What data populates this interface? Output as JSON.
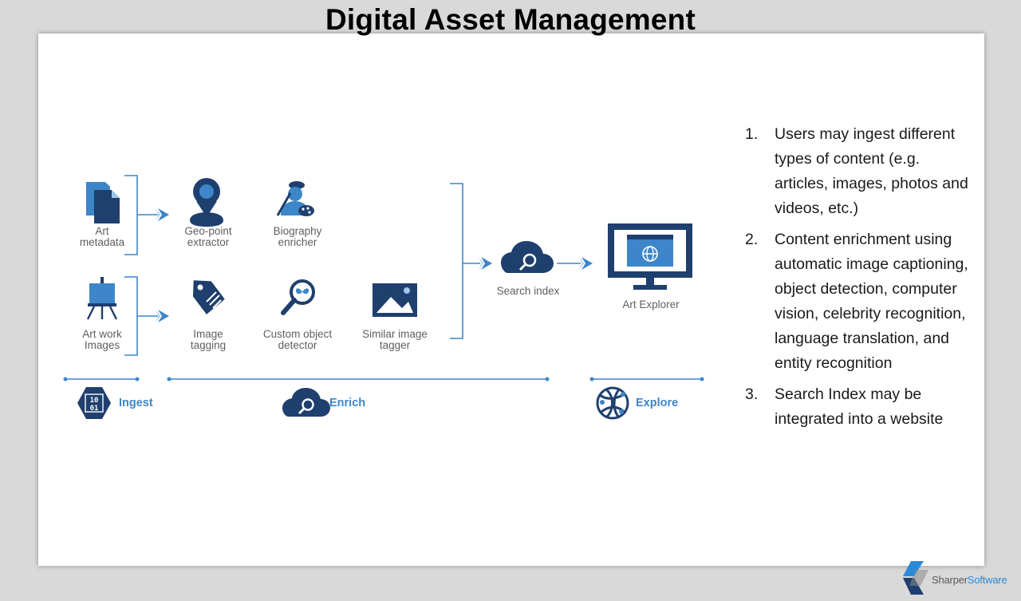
{
  "page": {
    "title": "Digital Asset Management"
  },
  "diagram": {
    "sources": [
      {
        "id": "art-metadata",
        "label": "Art\nmetadata",
        "icon": "documents-icon"
      },
      {
        "id": "art-work-images",
        "label": "Art work\nImages",
        "icon": "easel-icon"
      }
    ],
    "enrichers": [
      {
        "id": "geo-point-extractor",
        "label": "Geo-point\nextractor",
        "icon": "map-pin-icon"
      },
      {
        "id": "biography-enricher",
        "label": "Biography\nenricher",
        "icon": "painter-icon"
      },
      {
        "id": "image-tagging",
        "label": "Image\ntagging",
        "icon": "tag-icon"
      },
      {
        "id": "custom-object-detector",
        "label": "Custom object\ndetector",
        "icon": "magnifier-butterfly-icon"
      },
      {
        "id": "similar-image-tagger",
        "label": "Similar image\ntagger",
        "icon": "picture-icon"
      }
    ],
    "search_index": {
      "label": "Search index",
      "icon": "cloud-search-icon"
    },
    "art_explorer": {
      "label": "Art Explorer",
      "icon": "monitor-globe-icon"
    },
    "phases": [
      {
        "id": "ingest",
        "label": "Ingest",
        "icon": "binary-hexagon-icon"
      },
      {
        "id": "enrich",
        "label": "Enrich",
        "icon": "cloud-search-icon"
      },
      {
        "id": "explore",
        "label": "Explore",
        "icon": "web-globe-icon"
      }
    ],
    "colors": {
      "dark_blue": "#1f3f6e",
      "accent_blue": "#3d86c9",
      "label_gray": "#5f5f5f"
    }
  },
  "notes": [
    {
      "num": "1.",
      "text": "Users may ingest different types of content (e.g. articles, images, photos and videos, etc.)"
    },
    {
      "num": "2.",
      "text": "Content enrichment using automatic image captioning, object detection, computer vision, celebrity recognition, language translation, and entity recognition"
    },
    {
      "num": "3.",
      "text": "Search Index may be integrated into a website"
    }
  ],
  "logo": {
    "part1": "Sharper",
    "part2": "Software"
  }
}
